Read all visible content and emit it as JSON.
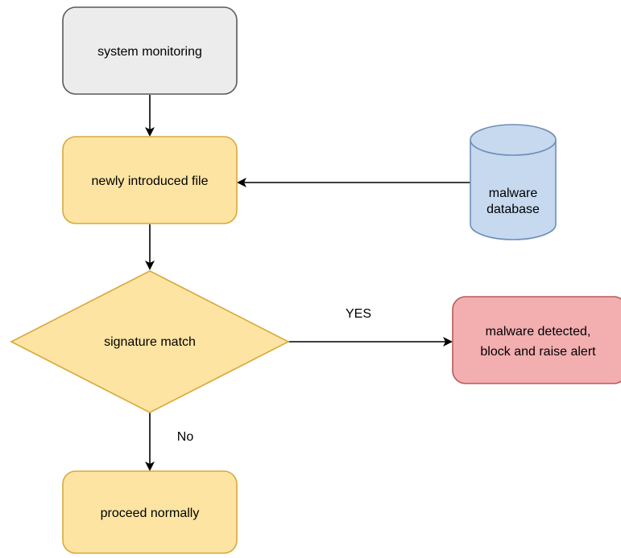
{
  "nodes": {
    "system_monitoring": {
      "label": "system monitoring",
      "fill": "#ececec",
      "stroke": "#5a5a5a"
    },
    "new_file": {
      "label": "newly introduced file",
      "fill": "#fde4a3",
      "stroke": "#d8a93a"
    },
    "malware_db": {
      "label_line1": "malware",
      "label_line2": "database",
      "fill": "#c6d9ef",
      "stroke": "#6f8fb8"
    },
    "signature_match": {
      "label": "signature match",
      "fill": "#fde4a3",
      "stroke": "#d8a93a"
    },
    "malware_detected": {
      "label_line1": "malware detected,",
      "label_line2": "block and raise alert",
      "fill": "#f3aeb0",
      "stroke": "#b95a5a"
    },
    "proceed": {
      "label": "proceed normally",
      "fill": "#fde4a3",
      "stroke": "#d8a93a"
    }
  },
  "edges": {
    "yes_label": "YES",
    "no_label": "No",
    "color": "#000000"
  }
}
